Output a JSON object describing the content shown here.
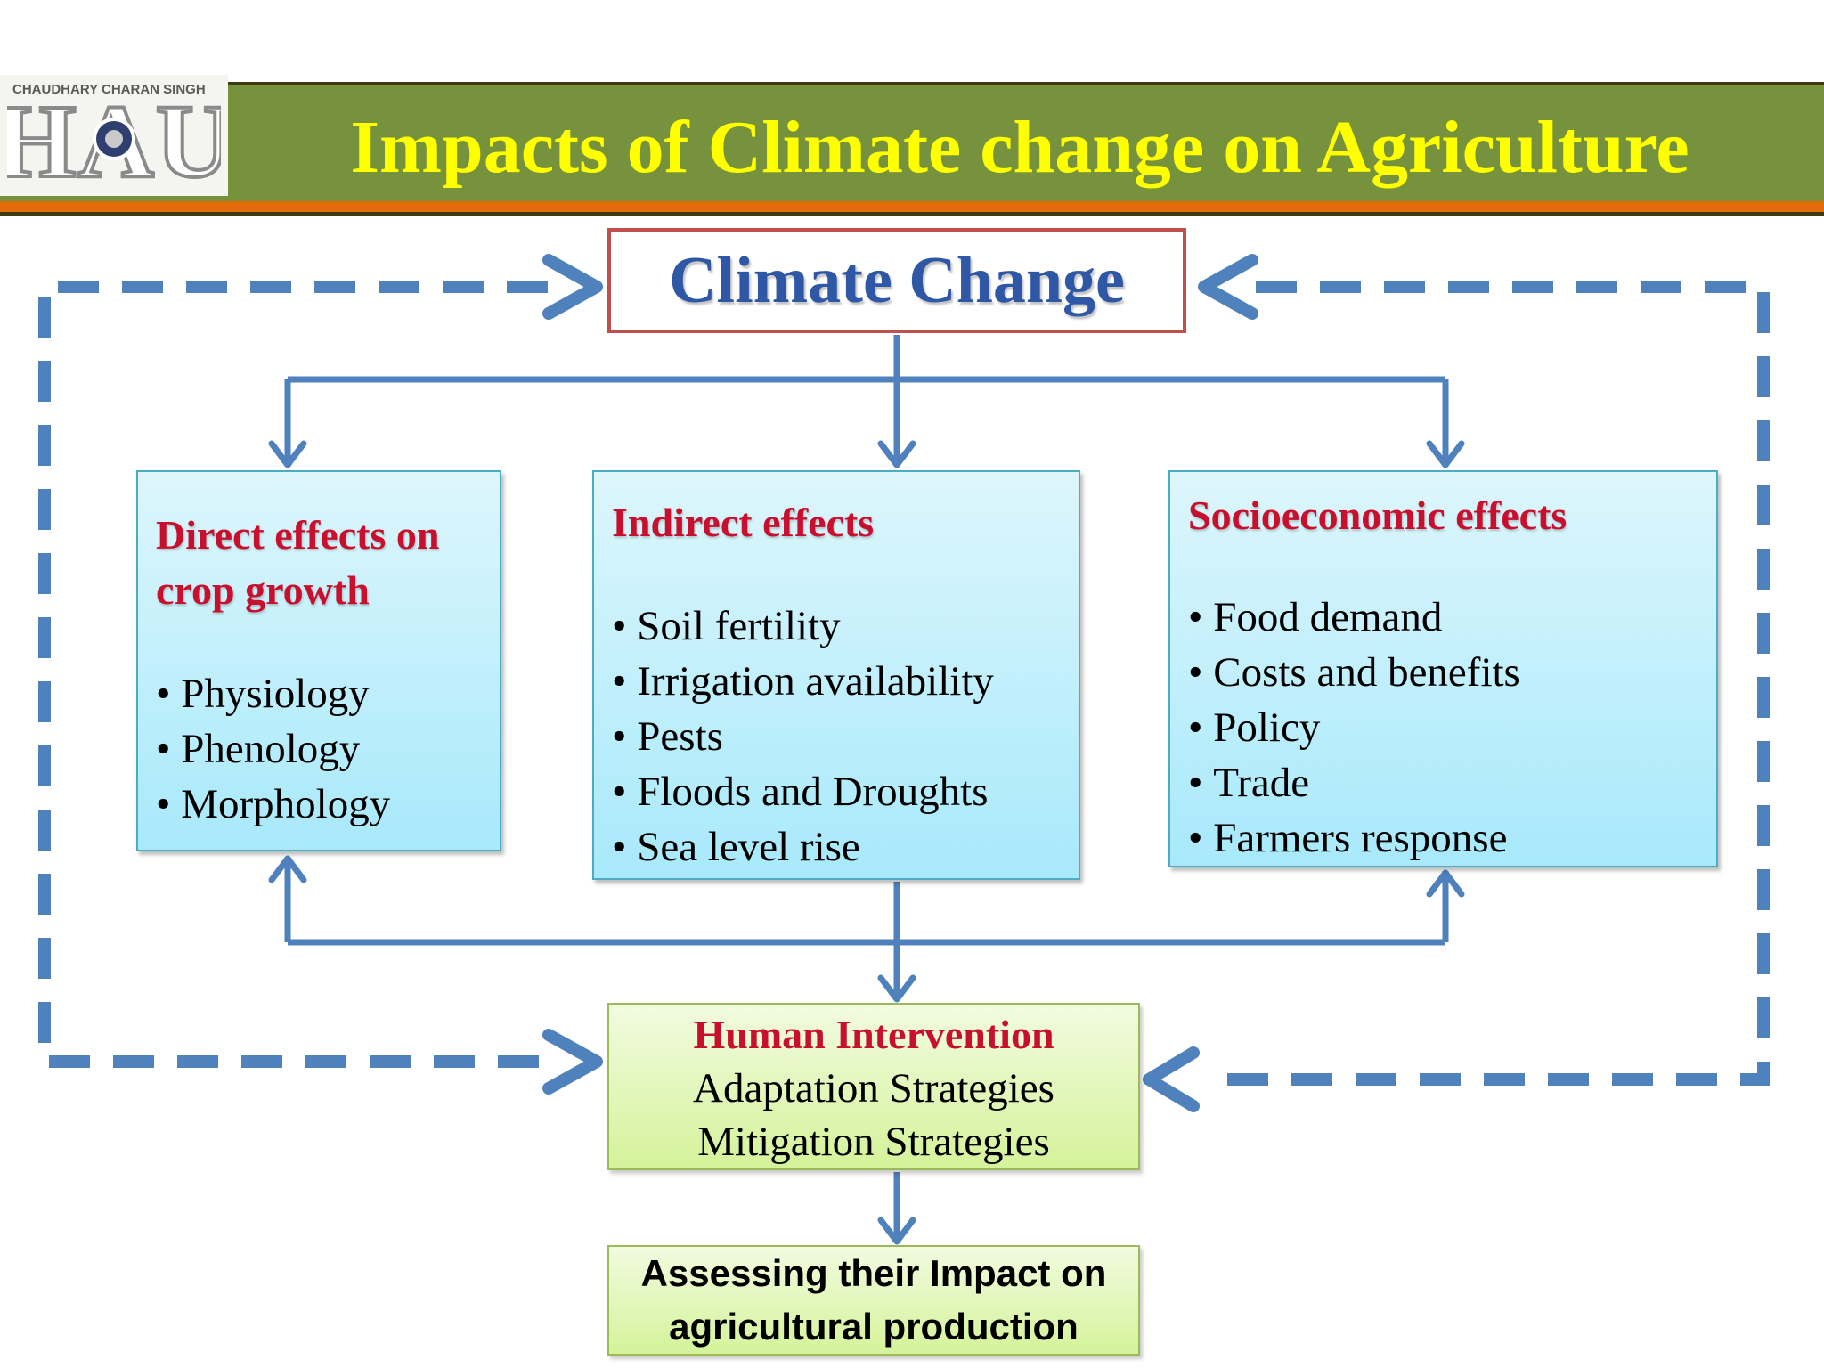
{
  "header": {
    "title": "Impacts of Climate change on Agriculture",
    "logo": {
      "caption": "CHAUDHARY CHARAN SINGH",
      "letters": "HAU"
    }
  },
  "diagram": {
    "climate_change": "Climate Change",
    "direct": {
      "heading_line1": "Direct effects on",
      "heading_line2": "crop growth",
      "items": [
        "Physiology",
        "Phenology",
        "Morphology"
      ]
    },
    "indirect": {
      "heading": "Indirect effects",
      "items": [
        "Soil fertility",
        "Irrigation availability",
        "Pests",
        "Floods and Droughts",
        "Sea level rise"
      ]
    },
    "socio": {
      "heading": "Socioeconomic effects",
      "items": [
        "Food demand",
        "Costs and benefits",
        "Policy",
        "Trade",
        "Farmers response"
      ]
    },
    "human": {
      "title": "Human Intervention",
      "line1": "Adaptation Strategies",
      "line2": "Mitigation Strategies"
    },
    "assess": {
      "line1": "Assessing their Impact on",
      "line2": "agricultural production"
    }
  },
  "colors": {
    "header_band": "#76923c",
    "header_title": "#ffff00",
    "header_stripe": "#e36c0a",
    "connector": "#4f81bd",
    "heading_red": "#c8102e",
    "climate_text": "#2e57a6",
    "climate_border": "#c0504d",
    "box_blue_border": "#4bacc6",
    "box_green_border": "#9bbb59"
  }
}
